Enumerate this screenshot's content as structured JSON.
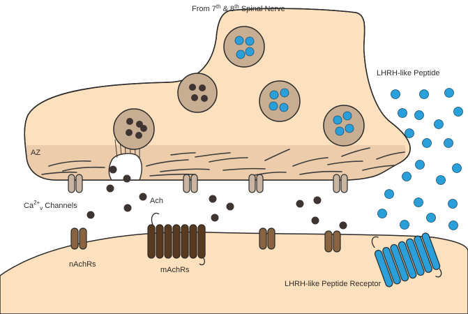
{
  "title": {
    "prefix": "From 7",
    "sup1": "th",
    "mid": " & 8",
    "sup2": "th",
    "suffix": " Spinal Nerve"
  },
  "labels": {
    "az": "AZ",
    "ca_main": "Ca",
    "ca_sup": "2+",
    "ca_sub": "v",
    "ca_rest": " Channels",
    "ach": "Ach",
    "nachrs": "nAchRs",
    "machrs": "mAchRs",
    "lhrh_peptide": "LHRH-like Peptide",
    "lhrh_receptor": "LHRH-like Peptide Receptor"
  },
  "colors": {
    "terminal_fill": "#fde0bd",
    "postsynaptic_fill": "#fde0bd",
    "az_band": "#ecccaa",
    "vesicle_fill": "#c7ad92",
    "ach_dot": "#3e3431",
    "peptide": "#2b9fd9",
    "ca_channel": "#c9b5a1",
    "nachr": "#8a6440",
    "machr": "#5a3a1e",
    "outline": "#2a2a2a"
  }
}
